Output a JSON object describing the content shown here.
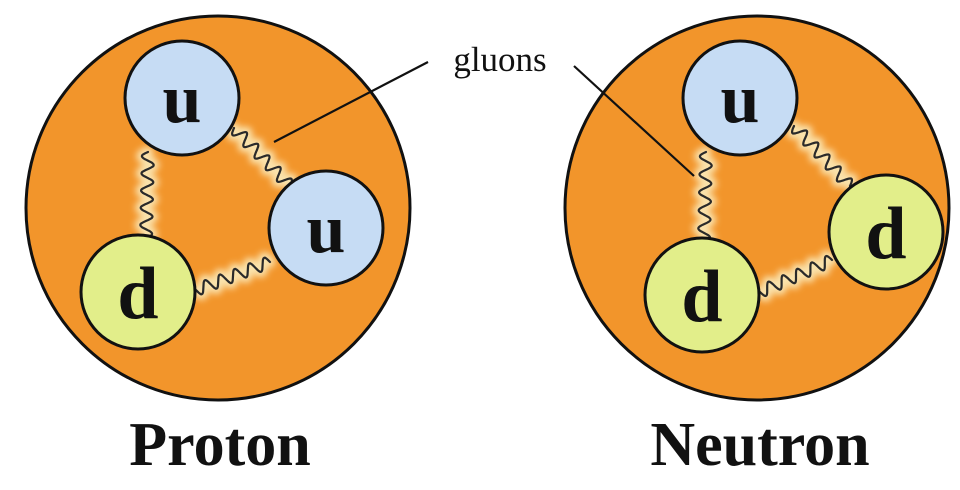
{
  "annotation": {
    "gluons_label": "gluons"
  },
  "particles": [
    {
      "name": "Proton",
      "quarks": [
        "u",
        "u",
        "d"
      ]
    },
    {
      "name": "Neutron",
      "quarks": [
        "u",
        "d",
        "d"
      ]
    }
  ],
  "colors": {
    "nucleon_fill": "#F2952B",
    "nucleon_outline": "#111111",
    "up_quark_fill": "#C6DCF4",
    "down_quark_fill": "#E2EE8A",
    "gluon_line": "#2a2a2a",
    "gluon_glow": "#FBE7B4"
  }
}
